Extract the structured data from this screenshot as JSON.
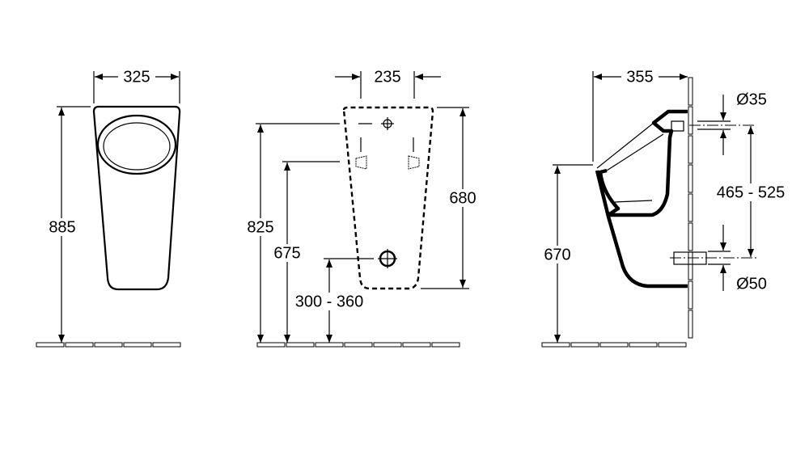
{
  "front_view": {
    "width_label": "325",
    "height_label": "885"
  },
  "rear_view": {
    "width_label": "235",
    "height_label": "680",
    "inlet_height_label": "825",
    "fixing_height_label": "675",
    "outlet_height_label": "300 - 360"
  },
  "side_view": {
    "depth_label": "355",
    "rim_height_label": "670",
    "inlet_diameter_label": "Ø35",
    "connection_distance_label": "465 - 525",
    "outlet_diameter_label": "Ø50"
  }
}
